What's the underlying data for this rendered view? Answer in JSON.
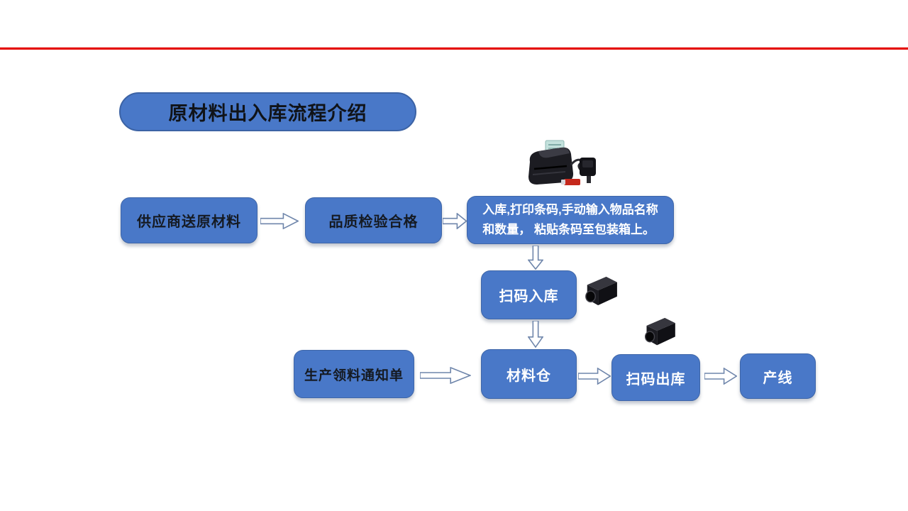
{
  "slide": {
    "title": "原材料出入库流程介绍",
    "colors": {
      "node_fill": "#4978C8",
      "node_border": "#3F66A8",
      "divider_red": "#E5100C",
      "dark_text": "#151A22",
      "light_text": "#FFFFFF"
    }
  },
  "flow": {
    "nodes": [
      {
        "id": "supplier",
        "label": "供应商送原材料"
      },
      {
        "id": "quality",
        "label": "品质检验合格"
      },
      {
        "id": "inbound-desc",
        "label": "入库,打印条码,手动输入物品名称\n和数量， 粘贴条码至包装箱上。"
      },
      {
        "id": "scan-in",
        "label": "扫码入库"
      },
      {
        "id": "requisition",
        "label": "生产领料通知单"
      },
      {
        "id": "warehouse",
        "label": "材料仓"
      },
      {
        "id": "scan-out",
        "label": "扫码出库"
      },
      {
        "id": "prod-line",
        "label": "产线"
      }
    ],
    "icons": [
      {
        "name": "barcode-printer"
      },
      {
        "name": "barcode-scanner-inbound"
      },
      {
        "name": "barcode-scanner-outbound"
      }
    ]
  }
}
